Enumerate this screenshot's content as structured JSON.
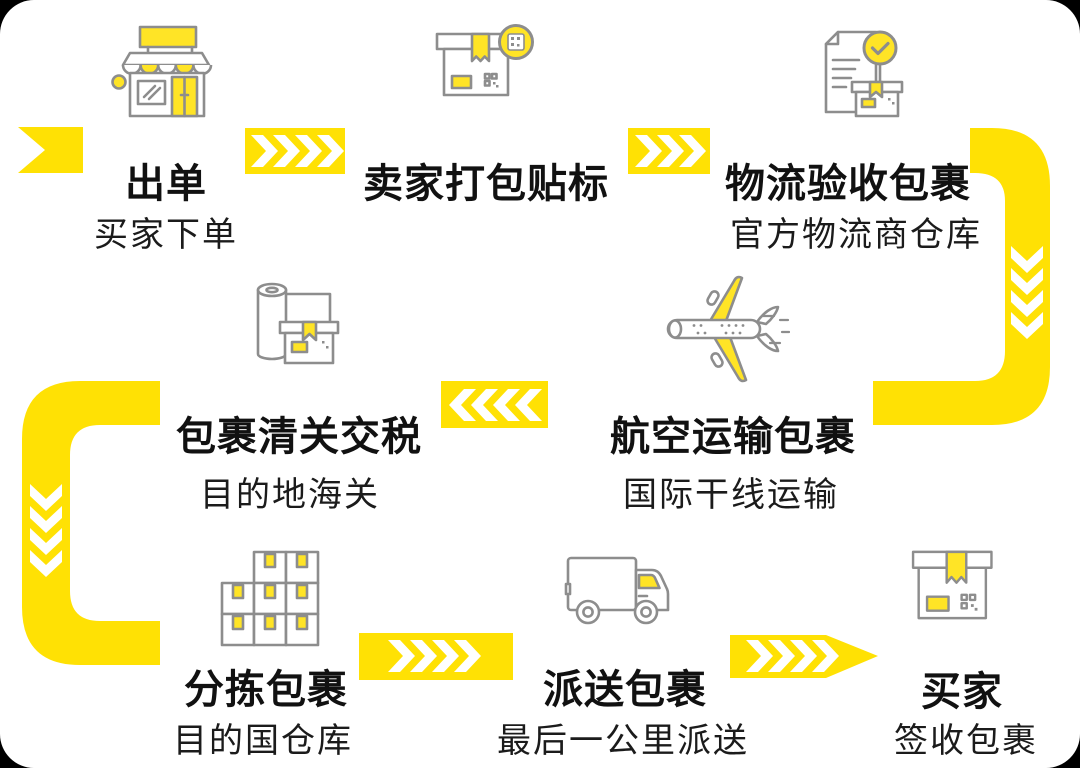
{
  "page": {
    "background": "#000000",
    "surface": "#ffffff"
  },
  "colors": {
    "accent": "#FFE104",
    "icon_yellow": "#FFE426",
    "outline": "#8D8D8D",
    "text": "#111111"
  },
  "stages": [
    {
      "title": "出单",
      "subtitle": "买家下单",
      "icon": "storefront-icon"
    },
    {
      "title": "卖家打包贴标",
      "subtitle": "",
      "icon": "labeled-package-icon"
    },
    {
      "title": "物流验收包裹",
      "subtitle": "官方物流商仓库",
      "icon": "inspection-document-icon"
    },
    {
      "title": "航空运输包裹",
      "subtitle": "国际干线运输",
      "icon": "airplane-icon"
    },
    {
      "title": "包裹清关交税",
      "subtitle": "目的地海关",
      "icon": "customs-parcel-icon"
    },
    {
      "title": "分拣包裹",
      "subtitle": "目的国仓库",
      "icon": "stacked-boxes-icon"
    },
    {
      "title": "派送包裹",
      "subtitle": "最后一公里派送",
      "icon": "delivery-van-icon"
    },
    {
      "title": "买家",
      "subtitle": "签收包裹",
      "icon": "received-package-icon"
    }
  ],
  "connectors": [
    {
      "name": "flow-start-marker",
      "direction": "right",
      "chevrons": 0
    },
    {
      "name": "arrow-order-to-packing",
      "direction": "right",
      "chevrons": 4
    },
    {
      "name": "arrow-packing-to-receiving",
      "direction": "right",
      "chevrons": 3
    },
    {
      "name": "connector-right-downturn",
      "direction": "down",
      "chevrons": 4
    },
    {
      "name": "arrow-airfreight-to-customs",
      "direction": "left",
      "chevrons": 4
    },
    {
      "name": "connector-left-downturn",
      "direction": "down",
      "chevrons": 4
    },
    {
      "name": "arrow-sorting-to-delivery",
      "direction": "right",
      "chevrons": 4
    },
    {
      "name": "arrow-delivery-to-buyer",
      "direction": "right",
      "chevrons": 4,
      "tip": true
    }
  ]
}
